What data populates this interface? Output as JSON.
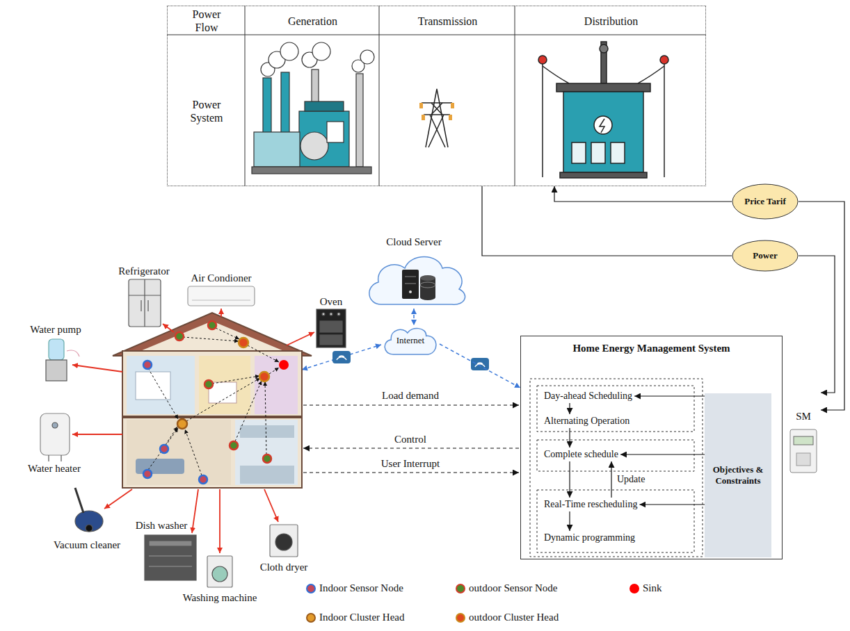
{
  "diagram": {
    "nodes": [
      {
        "text": [
          "Power Flow",
          "Generation",
          "Transmission",
          "Distribution",
          "Power System"
        ]
      },
      {
        "text": [
          "Price Tarif"
        ]
      },
      {
        "text": [
          "Power"
        ]
      },
      {
        "text": [
          "Cloud Server"
        ]
      },
      {
        "text": [
          "Internet"
        ]
      },
      {
        "text": [
          "Home Energy Management System"
        ]
      },
      {
        "text": [
          "Day-ahead Scheduling"
        ],
        "in": 5
      },
      {
        "text": [
          "Alternating Operation"
        ],
        "in": 5
      },
      {
        "text": [
          "Complete schedule"
        ],
        "in": 5
      },
      {
        "text": [
          "Real-Time rescheduling"
        ],
        "in": 5
      },
      {
        "text": [
          "Dynamic programming"
        ],
        "in": 5
      },
      {
        "text": [
          "Objectives & Constraints"
        ],
        "in": 5
      },
      {
        "text": [
          "SM"
        ]
      }
    ],
    "edges": [
      {
        "from": 1,
        "to": 0,
        "arrow": "to"
      },
      {
        "from": 1,
        "to": 12,
        "arrow": "to"
      },
      {
        "from": 0,
        "to": 2,
        "arrow": "none"
      },
      {
        "from": 2,
        "to": 12,
        "arrow": "to"
      },
      {
        "from": 3,
        "to": 4,
        "arrow": "both"
      },
      {
        "from": 4,
        "to": 5,
        "arrow": "to"
      },
      {
        "from": 6,
        "to": 7,
        "arrow": "to"
      },
      {
        "from": 7,
        "to": 8,
        "arrow": "to"
      },
      {
        "from": 8,
        "to": 9,
        "arrow": "to"
      },
      {
        "from": 9,
        "to": 8,
        "label": "Update",
        "arrow": "to"
      },
      {
        "from": 9,
        "to": 10,
        "arrow": "to"
      },
      {
        "from": 11,
        "to": 6,
        "arrow": "to"
      },
      {
        "from": 11,
        "to": 8,
        "arrow": "to"
      },
      {
        "from": 11,
        "to": 9,
        "arrow": "to"
      }
    ],
    "labels": [
      "Refrigerator",
      "Air Condioner",
      "Oven",
      "Water pump",
      "Water heater",
      "Vacuum cleaner",
      "Dish washer",
      "Washing machine",
      "Cloth dryer",
      "Load demand",
      "Control",
      "User Interrupt"
    ],
    "legend": [
      {
        "text": "Indoor Sensor Node",
        "color": "#c4485a"
      },
      {
        "text": "outdoor Sensor Node",
        "color": "#4f8a2b"
      },
      {
        "text": "Sink",
        "color": "#ff0000"
      },
      {
        "text": "Indoor Cluster Head",
        "color": "#e39b2b"
      },
      {
        "text": "outdoor Cluster Head",
        "color": "#e04a1f"
      }
    ]
  }
}
